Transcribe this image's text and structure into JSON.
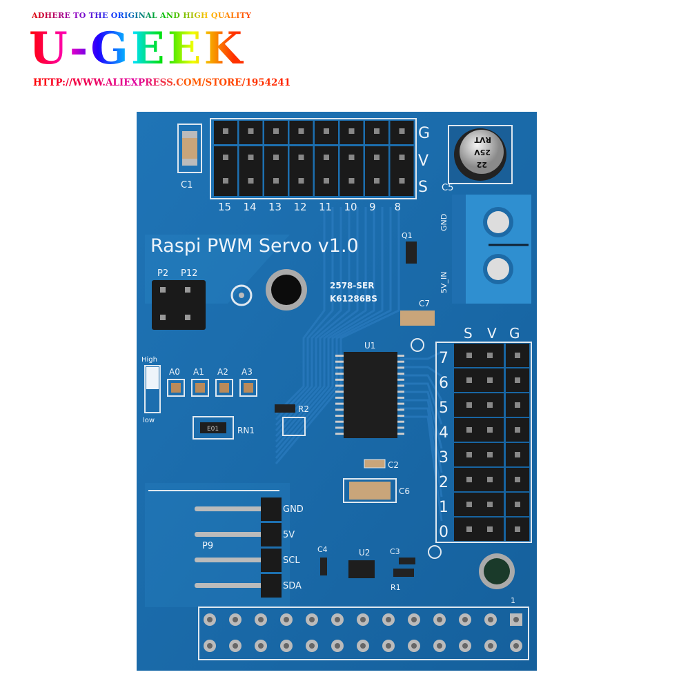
{
  "watermark": {
    "tagline": "ADHERE TO THE ORIGINAL AND HIGH QUALITY",
    "brand": "U-GEEK",
    "url": "HTTP://WWW.ALIEXPRESS.COM/STORE/1954241"
  },
  "board": {
    "title": "Raspi PWM Servo v1.0",
    "color": "#1b68a6",
    "top_header": {
      "columns": [
        "15",
        "14",
        "13",
        "12",
        "11",
        "10",
        "9",
        "8"
      ],
      "rows": [
        "G",
        "V",
        "S"
      ]
    },
    "right_header": {
      "rows": [
        "7",
        "6",
        "5",
        "4",
        "3",
        "2",
        "1",
        "0"
      ],
      "columns": [
        "S",
        "V",
        "G"
      ]
    },
    "components": {
      "c1": "C1",
      "c5": "C5",
      "cap_marking": [
        "22",
        "25V",
        "RVT"
      ],
      "terminal_gnd": "GND",
      "terminal_vin": "5V_IN",
      "q1": "Q1",
      "p2": "P2",
      "p12": "P12",
      "marking_1": "2578-SER",
      "marking_2": "K61286BS",
      "c7": "C7",
      "u1": "U1",
      "high": "High",
      "low": "low",
      "a0": "A0",
      "a1": "A1",
      "a2": "A2",
      "a3": "A3",
      "rn1": "RN1",
      "rn1_marking": "E01",
      "r2": "R2",
      "c2": "C2",
      "c6": "C6",
      "p9": "P9",
      "c4": "C4",
      "u2": "U2",
      "c3": "C3",
      "r1": "R1",
      "gpio_pin1": "1"
    },
    "p9_pins": [
      "GND",
      "5V",
      "SCL",
      "SDA"
    ]
  }
}
